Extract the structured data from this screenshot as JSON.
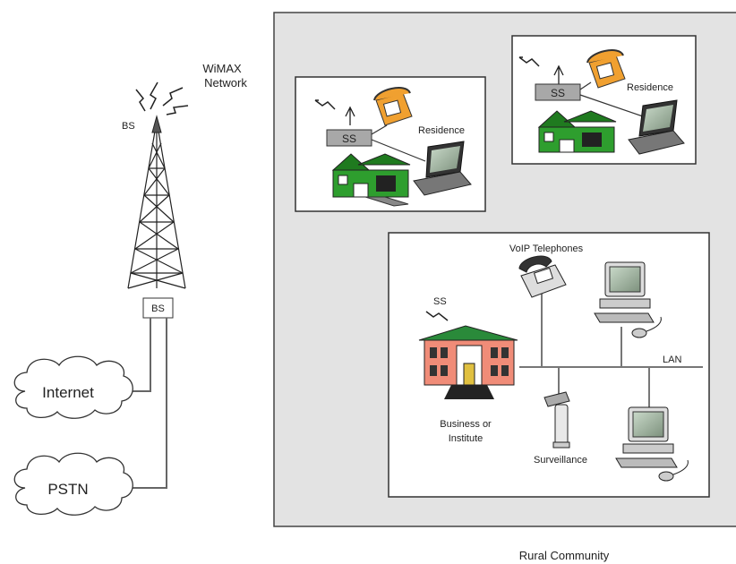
{
  "labels": {
    "wimax_line1": "WiMAX",
    "wimax_line2": "Network",
    "bs_tower": "BS",
    "bs_box": "BS",
    "internet": "Internet",
    "pstn": "PSTN",
    "ss_residence1": "SS",
    "residence1": "Residence",
    "ss_residence2": "SS",
    "residence2": "Residence",
    "voip": "VoIP Telephones",
    "ss_business": "SS",
    "business_line1": "Business or",
    "business_line2": "Institute",
    "lan": "LAN",
    "surveillance": "Surveillance",
    "rural_community": "Rural Community"
  },
  "colors": {
    "community_bg": "#e3e3e3",
    "house_green": "#2e9e2e",
    "house_roof": "#1f7a1f",
    "phone_orange": "#f0a030",
    "building_salmon": "#f08c78",
    "building_roof": "#2a8a3a",
    "ss_box": "#a8a8a8"
  }
}
